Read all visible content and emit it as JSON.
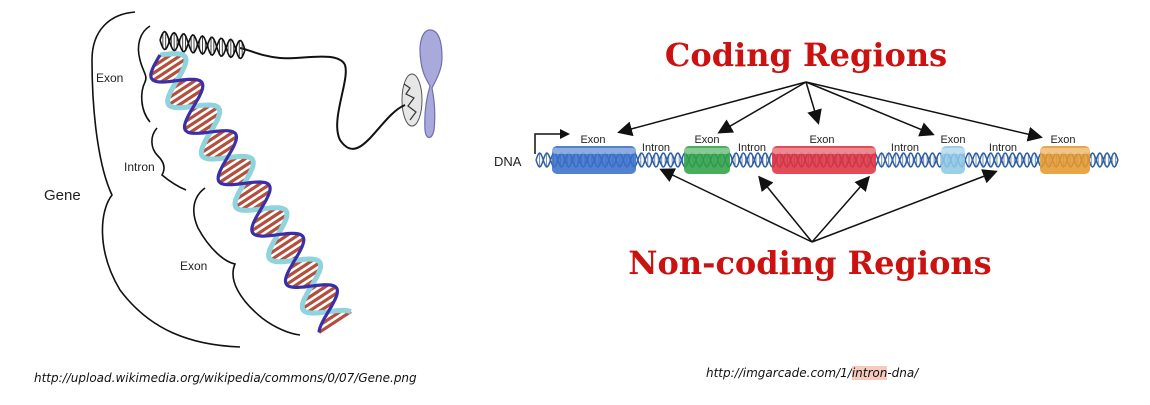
{
  "left_figure": {
    "gene_label": "Gene",
    "exon_top_label": "Exon",
    "intron_label": "Intron",
    "exon_bottom_label": "Exon",
    "source_url": "http://upload.wikimedia.org/wikipedia/commons/0/07/Gene.png"
  },
  "right_figure": {
    "coding_title": "Coding Regions",
    "noncoding_title": "Non-coding Regions",
    "dna_label": "DNA",
    "segment_labels": [
      "Exon",
      "Intron",
      "Exon",
      "Intron",
      "Exon",
      "Intron",
      "Exon",
      "Intron",
      "Exon"
    ],
    "source_url_prefix": "http://imgarcade.com/1/",
    "source_url_highlight": "intron",
    "source_url_suffix": "-dna/"
  },
  "colors": {
    "title_red": "#cc1111",
    "exon_blue": "#3a6fc9",
    "exon_green": "#2fa345",
    "exon_red": "#e0323f",
    "exon_lightblue": "#8fc8e6",
    "exon_orange": "#e69a2e",
    "strand_blue": "#3a2fa8",
    "strand_cyan": "#8fd3dc",
    "rung_brown": "#b2503c"
  }
}
